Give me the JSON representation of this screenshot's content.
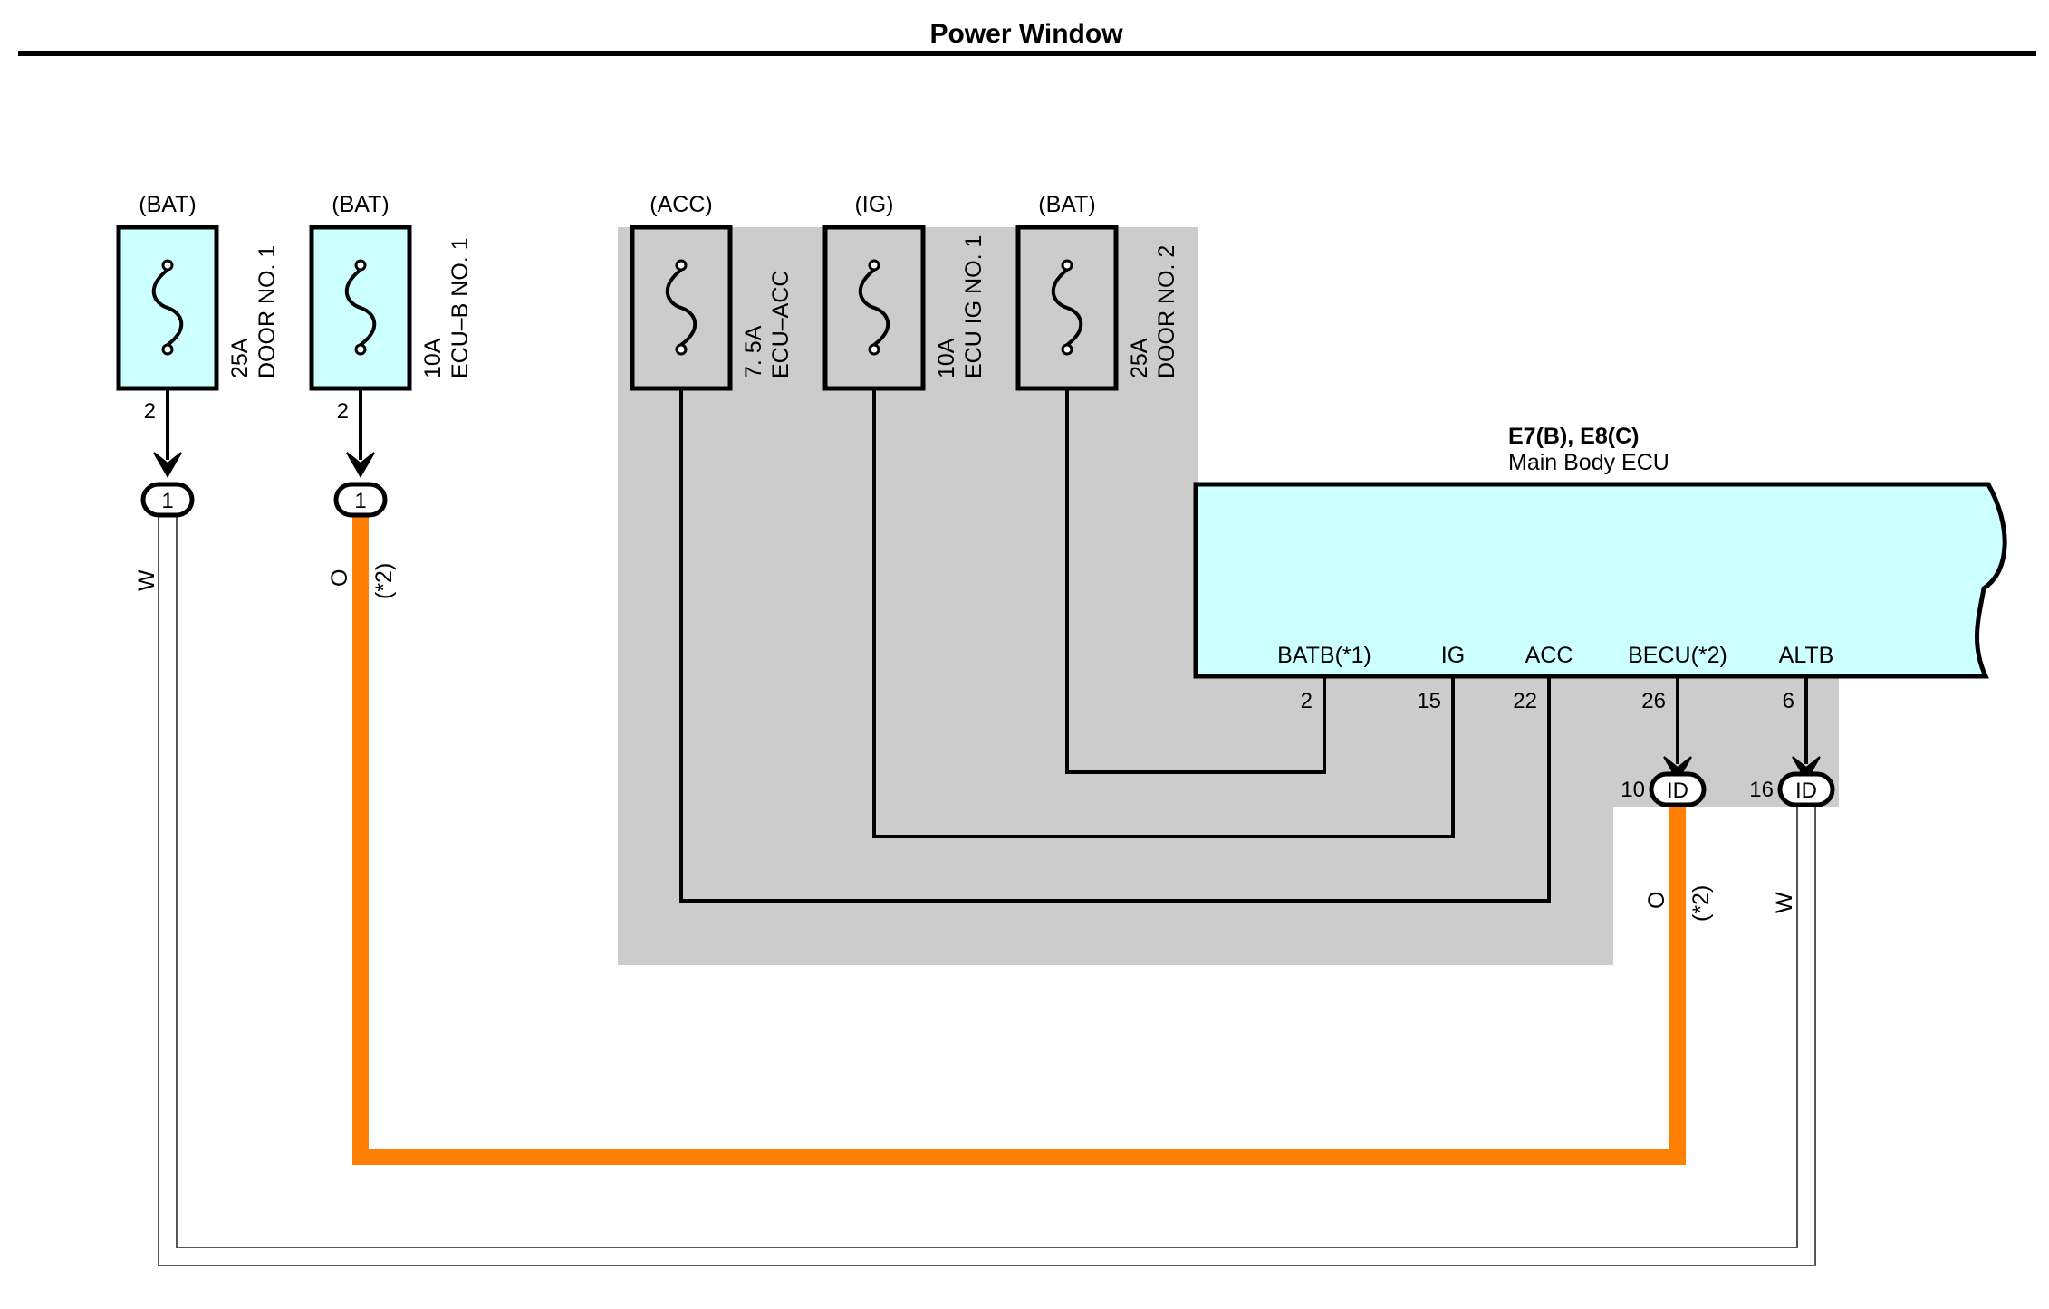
{
  "title": "Power Window",
  "fuses": [
    {
      "supply": "(BAT)",
      "rating": "25A",
      "name": "DOOR NO. 1",
      "pin": "2"
    },
    {
      "supply": "(BAT)",
      "rating": "10A",
      "name": "ECU–B NO. 1",
      "pin": "2"
    },
    {
      "supply": "(ACC)",
      "rating": "7. 5A",
      "name": "ECU–ACC"
    },
    {
      "supply": "(IG)",
      "rating": "10A",
      "name": "ECU IG NO. 1"
    },
    {
      "supply": "(BAT)",
      "rating": "25A",
      "name": "DOOR NO. 2"
    }
  ],
  "junctions": [
    {
      "label": "1"
    },
    {
      "label": "1"
    },
    {
      "label": "ID",
      "pin": "10"
    },
    {
      "label": "ID",
      "pin": "16"
    }
  ],
  "ecu": {
    "connector": "E7(B), E8(C)",
    "name": "Main Body ECU",
    "terminals": [
      {
        "name": "BATB(*1)",
        "pin": "2"
      },
      {
        "name": "IG",
        "pin": "15"
      },
      {
        "name": "ACC",
        "pin": "22"
      },
      {
        "name": "BECU(*2)",
        "pin": "26"
      },
      {
        "name": "ALTB",
        "pin": "6"
      }
    ]
  },
  "wires": [
    {
      "color_code": "W",
      "note": ""
    },
    {
      "color_code": "O",
      "note": "(*2)"
    },
    {
      "color_code": "O",
      "note": "(*2)"
    },
    {
      "color_code": "W",
      "note": ""
    }
  ],
  "colors": {
    "fuse_fill": "#ccffff",
    "ecu_fill": "#ccffff",
    "shade": "#cccccc",
    "orange_wire": "#ff8000",
    "white_wire": "#ffffff"
  }
}
